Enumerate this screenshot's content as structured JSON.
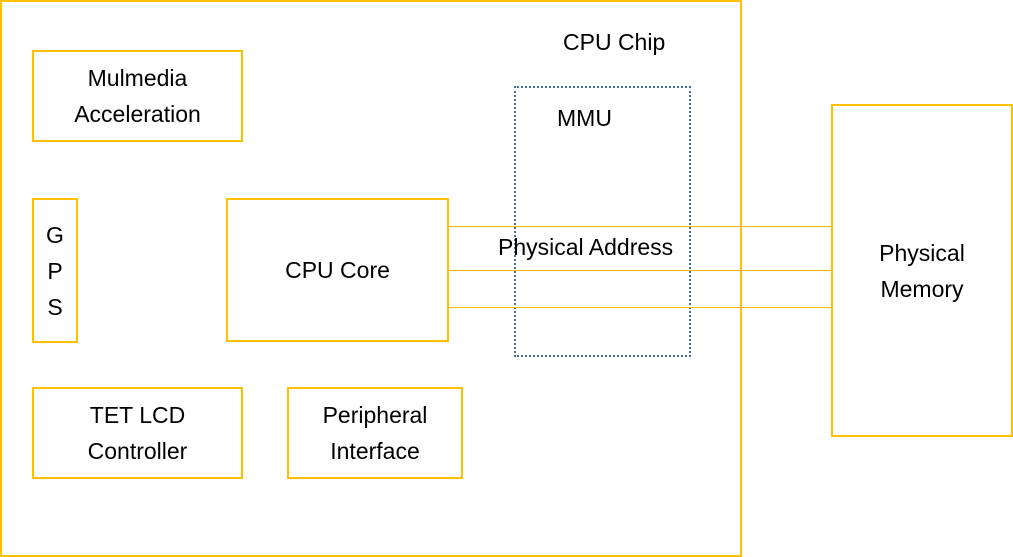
{
  "diagram": {
    "title": "CPU Chip",
    "colors": {
      "block_border": "#FFC000",
      "mmu_border": "#41719C",
      "text": "#000000",
      "background": "#FFFFFF"
    },
    "chip": {
      "label": "CPU Chip"
    },
    "mmu": {
      "label": "MMU"
    },
    "blocks": {
      "multimedia": {
        "line1": "Mulmedia",
        "line2": "Acceleration"
      },
      "gps": {
        "letters": [
          "G",
          "P",
          "S"
        ]
      },
      "cpu_core": {
        "label": "CPU Core"
      },
      "lcd": {
        "line1": "TET LCD",
        "line2": "Controller"
      },
      "peripheral": {
        "line1": "Peripheral",
        "line2": "Interface"
      },
      "physical_memory": {
        "line1": "Physical",
        "line2": "Memory"
      }
    },
    "bus": {
      "label": "Physical Address",
      "line_count": 3,
      "from": "CPU Core",
      "to": "Physical Memory"
    }
  }
}
